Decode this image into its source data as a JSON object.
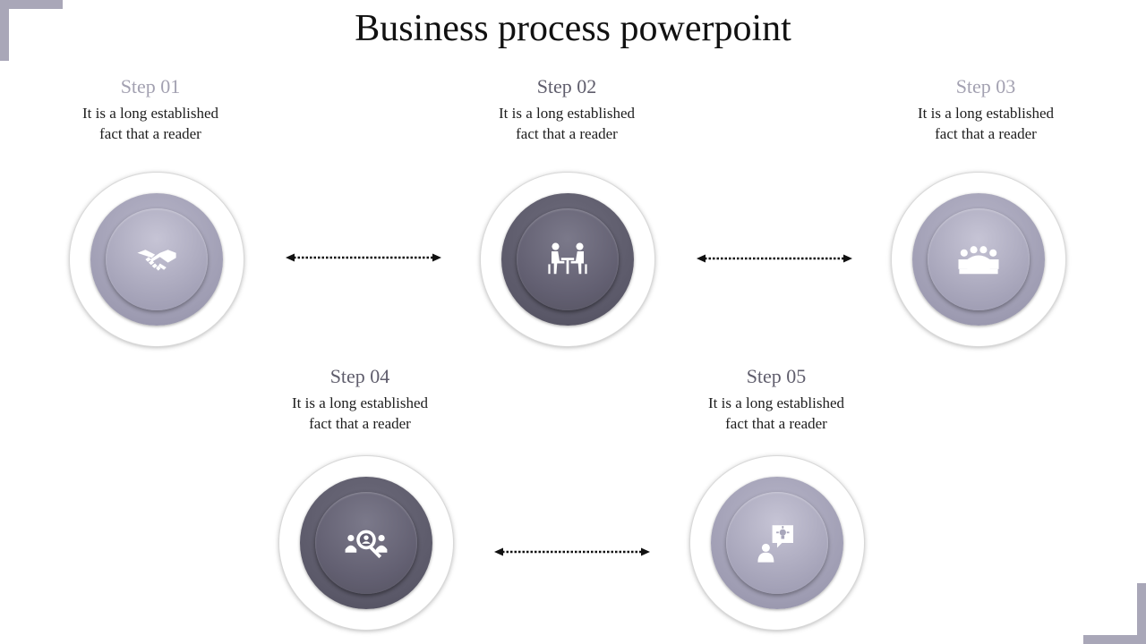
{
  "slide": {
    "title": "Business process powerpoint",
    "accent_color": "#a9a7b8",
    "light_node_color": "#a8a6bb",
    "dark_node_color": "#625f71"
  },
  "steps": [
    {
      "label": "Step 01",
      "desc_line1": "It is a long established",
      "desc_line2": "fact that a reader",
      "icon": "handshake-icon",
      "tone": "light"
    },
    {
      "label": "Step 02",
      "desc_line1": "It is a long established",
      "desc_line2": "fact that a reader",
      "icon": "meeting-table-icon",
      "tone": "dark"
    },
    {
      "label": "Step 03",
      "desc_line1": "It is a long established",
      "desc_line2": "fact that a reader",
      "icon": "team-group-icon",
      "tone": "light"
    },
    {
      "label": "Step 04",
      "desc_line1": "It is a long established",
      "desc_line2": "fact that a reader",
      "icon": "user-search-icon",
      "tone": "dark"
    },
    {
      "label": "Step 05",
      "desc_line1": "It is a long established",
      "desc_line2": "fact that a reader",
      "icon": "idea-speech-icon",
      "tone": "light"
    }
  ]
}
